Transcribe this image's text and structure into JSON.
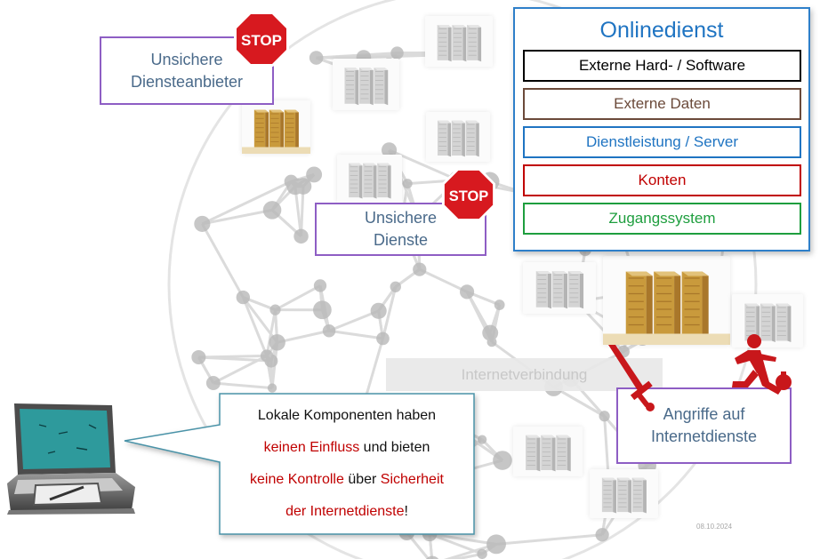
{
  "labels": {
    "unsafe_providers": [
      "Unsichere",
      "Diensteanbieter"
    ],
    "unsafe_services": [
      "Unsichere",
      "Dienste"
    ],
    "stop_text": "STOP"
  },
  "online_service": {
    "title": "Onlinedienst",
    "layers": [
      {
        "label": "Externe Hard- / Software",
        "color": "#000000"
      },
      {
        "label": "Externe Daten",
        "color": "#6b4a3a"
      },
      {
        "label": "Dienstleistung / Server",
        "color": "#1f74c2"
      },
      {
        "label": "Konten",
        "color": "#c00000"
      },
      {
        "label": "Zugangssystem",
        "color": "#1e9e3e"
      }
    ]
  },
  "internet_connection": "Internetverbindung",
  "attacks": [
    "Angriffe auf",
    "Internetdienste"
  ],
  "callout": {
    "line1": "Lokale Komponenten haben",
    "line2_red": "keinen Einfluss",
    "line2_rest": " und bieten",
    "line3_red_a": "keine Kontrolle",
    "line3_mid": " über ",
    "line3_red_b": "Sicherheit",
    "line4_red": "der Internetdienste",
    "line4_end": "!"
  },
  "date": "08.10.2024",
  "colors": {
    "accent_blue": "#1f74c2",
    "purple_border": "#8e5ec4",
    "warning_red": "#c00000",
    "stop_red": "#d7191f",
    "gold_server": "#d2a94e"
  },
  "icons": [
    "stop-sign-icon",
    "server-rack-icon",
    "laptop-icon",
    "sword-icon",
    "thief-icon"
  ]
}
